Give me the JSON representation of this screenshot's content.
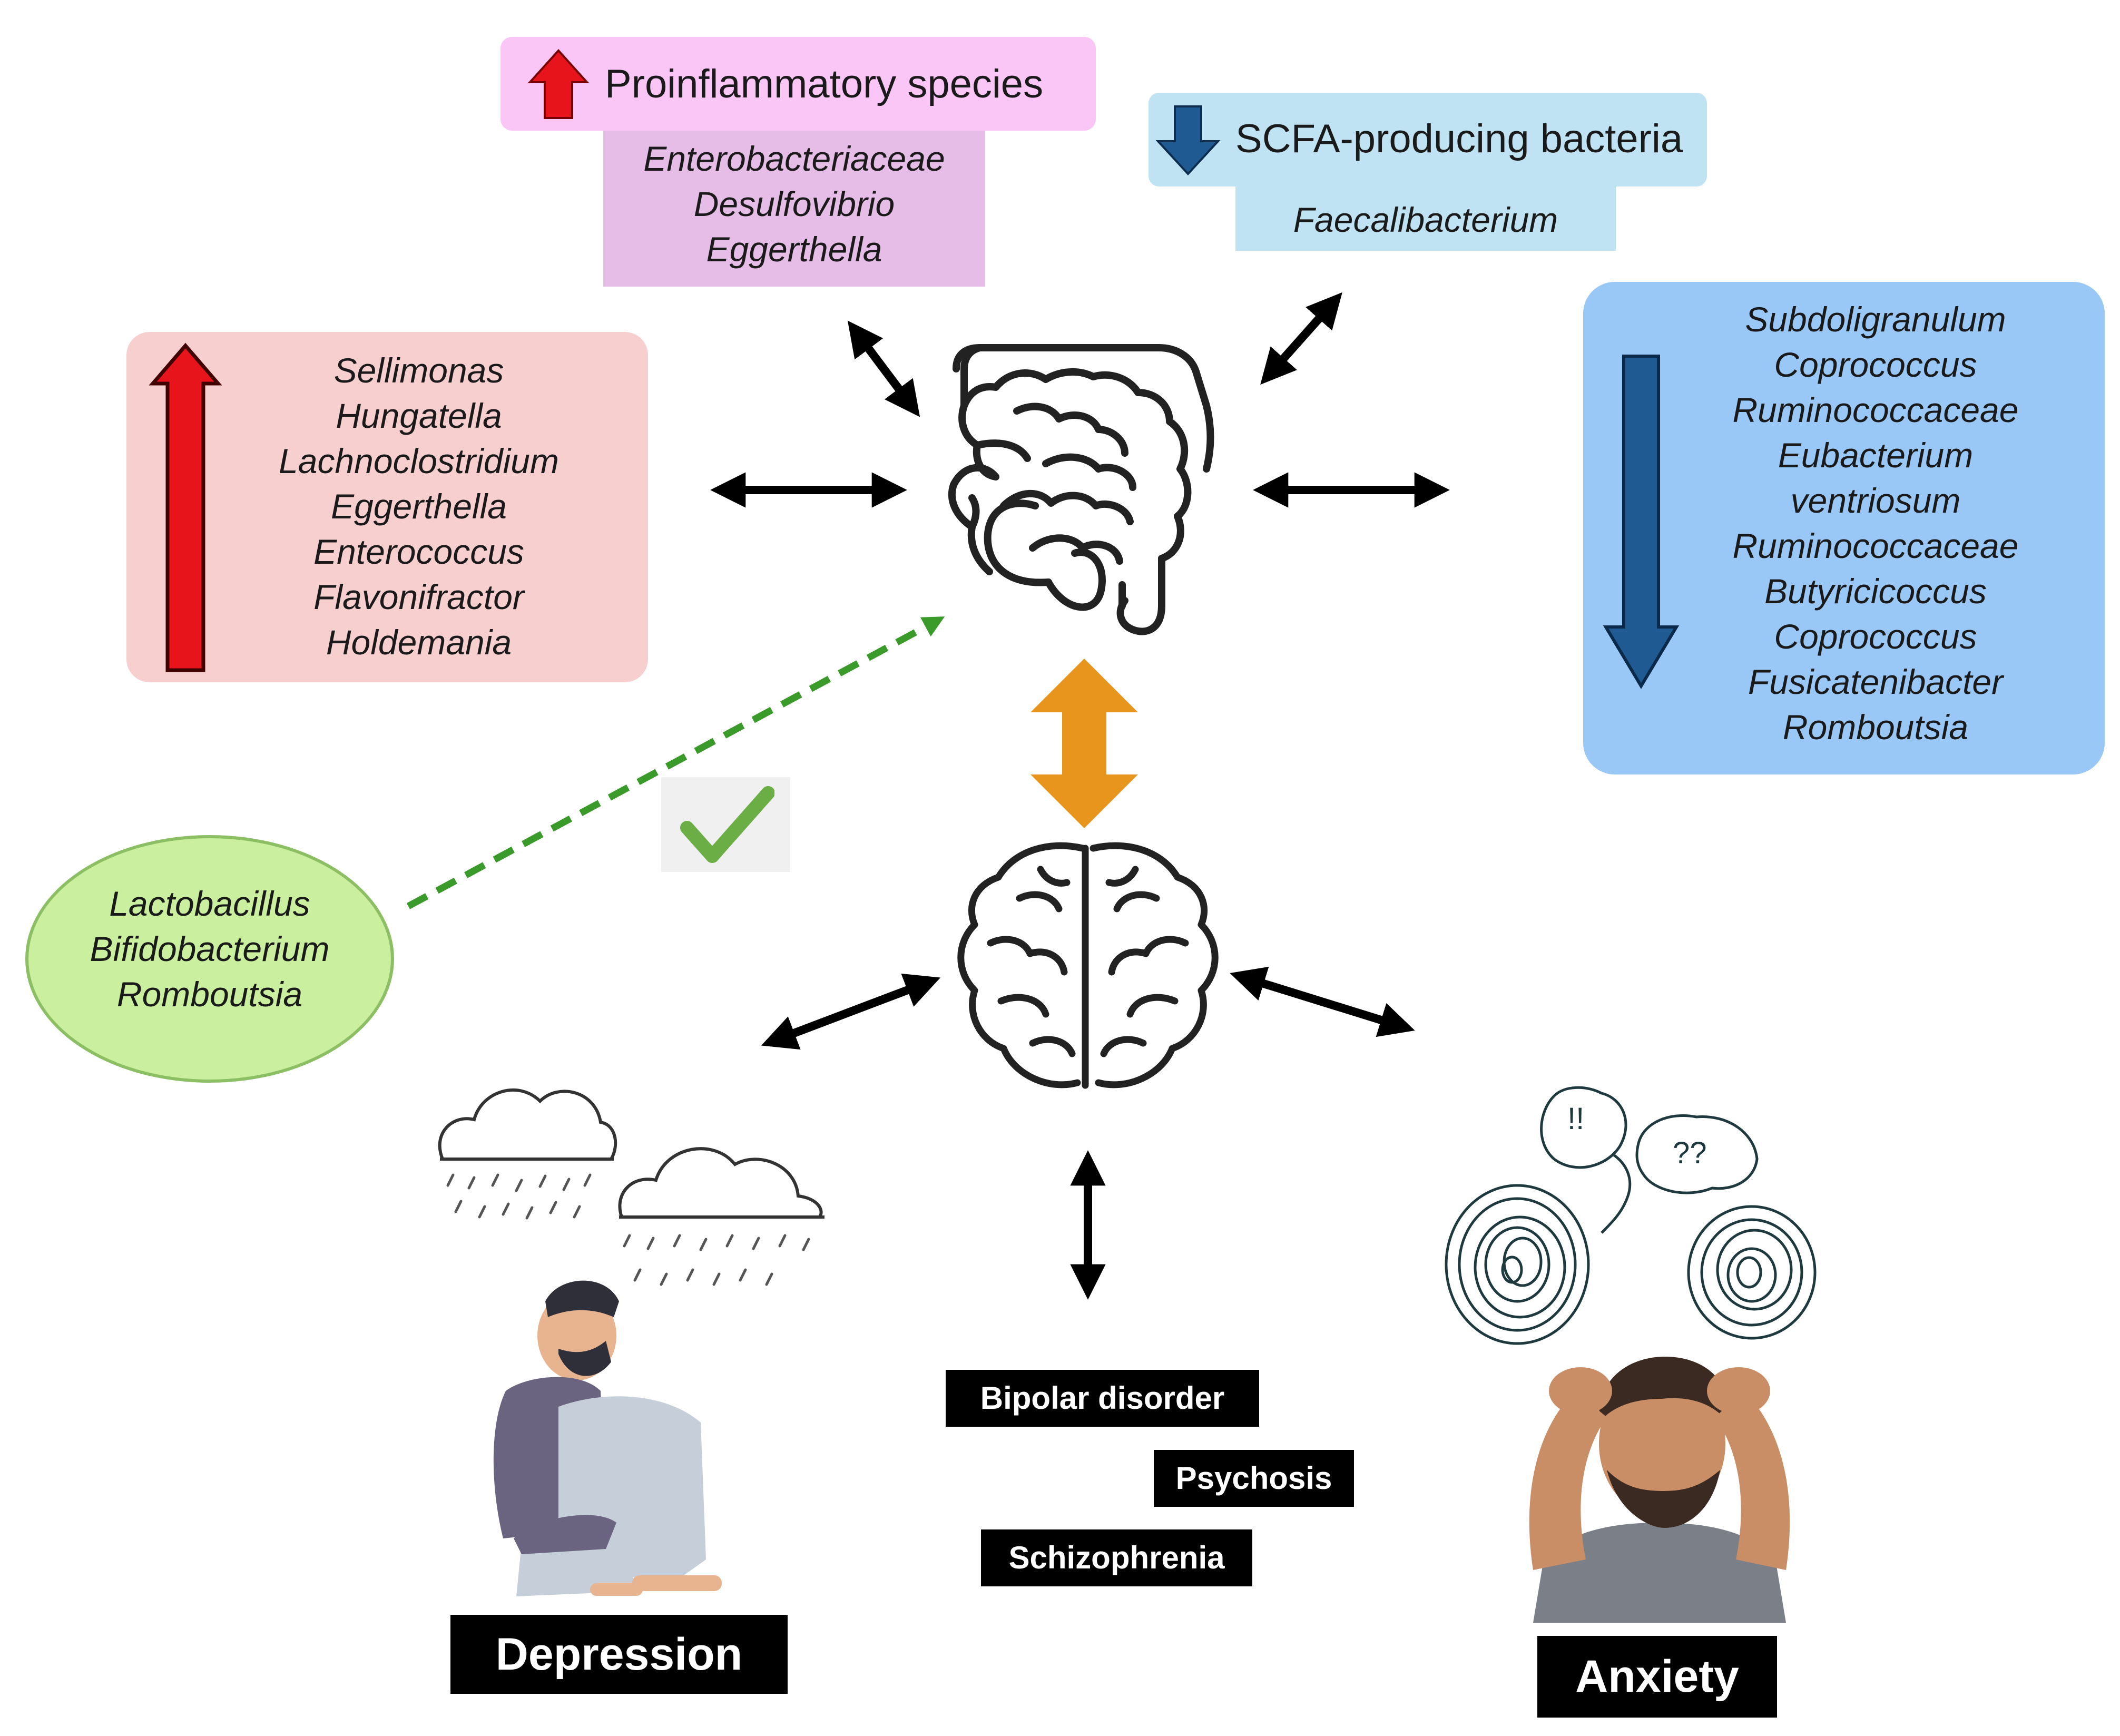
{
  "proinflammatory": {
    "title": "Proinflammatory species",
    "items": [
      "Enterobacteriaceae",
      "Desulfovibrio",
      "Eggerthella"
    ]
  },
  "scfa": {
    "title": "SCFA-producing bacteria",
    "items": [
      "Faecalibacterium"
    ]
  },
  "increased": {
    "items": [
      "Sellimonas",
      "Hungatella",
      "Lachnoclostridium",
      "Eggerthella",
      "Enterococcus",
      "Flavonifractor",
      "Holdemania"
    ]
  },
  "decreased": {
    "items": [
      "Subdoligranulum",
      "Coprococcus",
      "Ruminococcaceae",
      "Eubacterium",
      "ventriosum",
      "Ruminococcaceae",
      "Butyricicoccus",
      "Coprococcus",
      "Fusicatenibacter",
      "Romboutsia"
    ]
  },
  "beneficial": {
    "items": [
      "Lactobacillus",
      "Bifidobacterium",
      "Romboutsia"
    ]
  },
  "conditions": {
    "depression": "Depression",
    "anxiety": "Anxiety",
    "bipolar": "Bipolar disorder",
    "psychosis": "Psychosis",
    "schizophrenia": "Schizophrenia"
  },
  "anxiety_bubbles": {
    "exclaim": "!!",
    "question": "??"
  },
  "colors": {
    "up_red": "#e8141c",
    "down_blue": "#1f5a93",
    "pink_header": "#f9c6f6",
    "purple_box": "#e6bde6",
    "light_blue_header": "#bfe3f2",
    "red_box": "#f8cfcf",
    "blue_box": "#99c8f7",
    "green_ellipse": "#c9ef9f",
    "orange_arrow": "#e8951e",
    "check_green": "#6aae45"
  }
}
